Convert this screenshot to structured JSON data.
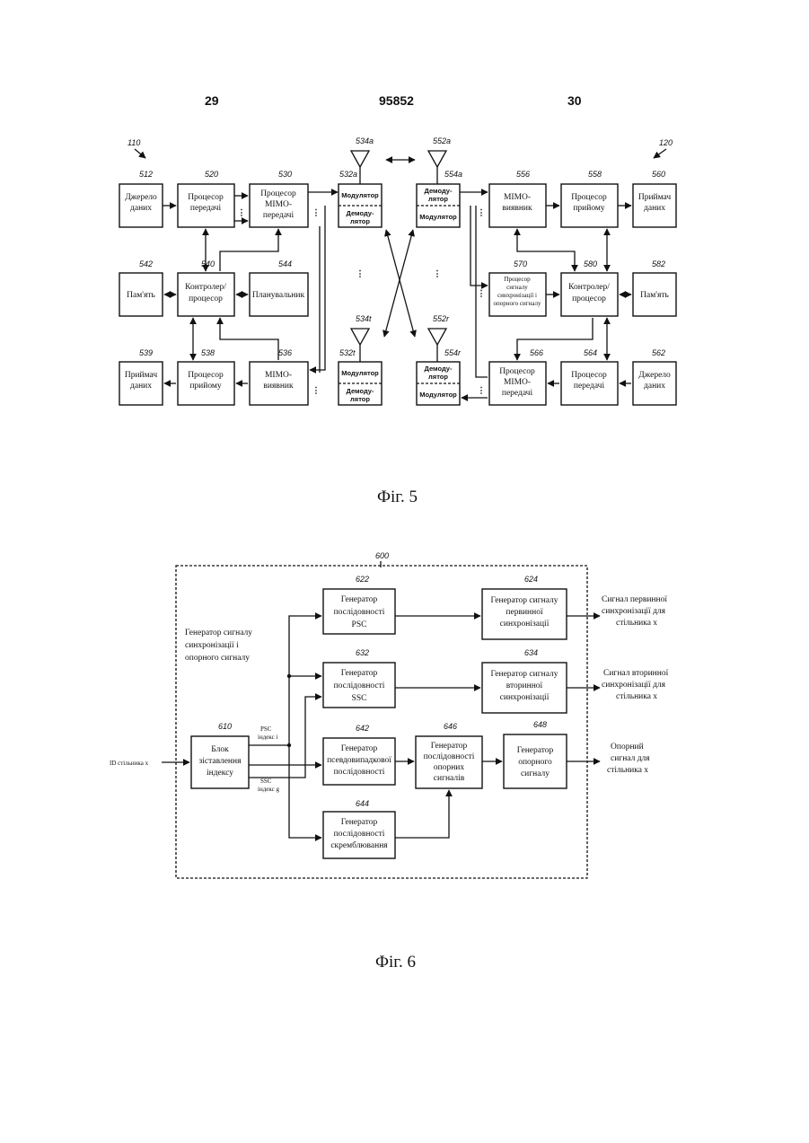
{
  "header": {
    "left": "29",
    "center": "95852",
    "right": "30"
  },
  "fig5": {
    "caption": "Фіг. 5",
    "refs": {
      "110": "110",
      "120": "120",
      "512": "512",
      "520": "520",
      "530": "530",
      "532a": "532a",
      "534a": "534a",
      "552a": "552a",
      "554a": "554a",
      "556": "556",
      "558": "558",
      "560": "560",
      "542": "542",
      "540": "540",
      "544": "544",
      "570": "570",
      "580": "580",
      "582": "582",
      "534t": "534t",
      "552r": "552r",
      "532t": "532t",
      "554r": "554r",
      "539": "539",
      "538": "538",
      "536": "536",
      "566": "566",
      "564": "564",
      "562": "562"
    },
    "blocks": {
      "src_l_1": "Джерело",
      "src_l_2": "даних",
      "txp_l_1": "Процесор",
      "txp_l_2": "передачі",
      "mimo_tx_l_1": "Процесор",
      "mimo_tx_l_2": "МІМО-",
      "mimo_tx_l_3": "передачі",
      "mod_a": "Модулятор",
      "demod_a_1": "Демоду-",
      "demod_a_2": "лятор",
      "ant_demod_a_1": "Демоду-",
      "ant_demod_a_2": "лятор",
      "ant_mod_a": "Модулятор",
      "mimo_det_r_1": "МІМО-",
      "mimo_det_r_2": "виявник",
      "rxp_r_1": "Процесор",
      "rxp_r_2": "прийому",
      "sink_r_1": "Приймач",
      "sink_r_2": "даних",
      "mem_l": "Пам'ять",
      "ctrl_l_1": "Контролер/",
      "ctrl_l_2": "процесор",
      "sched": "Планувальник",
      "sync_r_1": "Процесор",
      "sync_r_2": "сигналу",
      "sync_r_3": "синхронізації і",
      "sync_r_4": "опорного сигналу",
      "ctrl_r_1": "Контролер/",
      "ctrl_r_2": "процесор",
      "mem_r": "Пам'ять",
      "mod_t": "Модулятор",
      "demod_t_1": "Демоду-",
      "demod_t_2": "лятор",
      "ant_demod_r_1": "Демоду-",
      "ant_demod_r_2": "лятор",
      "ant_mod_r": "Модулятор",
      "sink_l_1": "Приймач",
      "sink_l_2": "даних",
      "rxp_l_1": "Процесор",
      "rxp_l_2": "прийому",
      "mimo_det_l_1": "МІМО-",
      "mimo_det_l_2": "виявник",
      "mimo_tx_r_1": "Процесор",
      "mimo_tx_r_2": "МІМО-",
      "mimo_tx_r_3": "передачі",
      "txp_r_1": "Процесор",
      "txp_r_2": "передачі",
      "src_r_1": "Джерело",
      "src_r_2": "даних"
    }
  },
  "fig6": {
    "caption": "Фіг. 6",
    "refs": {
      "600": "600",
      "610": "610",
      "622": "622",
      "624": "624",
      "632": "632",
      "634": "634",
      "642": "642",
      "644": "644",
      "646": "646",
      "648": "648"
    },
    "group_label_1": "Генератор сигналу",
    "group_label_2": "синхронізації і",
    "group_label_3": "опорного сигналу",
    "input_label": "ID стільника x",
    "psc_idx_1": "PSC",
    "psc_idx_2": "індекс i",
    "ssc_idx_1": "SSC",
    "ssc_idx_2": "індекс g",
    "blocks": {
      "b610_1": "Блок",
      "b610_2": "зіставлення",
      "b610_3": "індексу",
      "b622_1": "Генератор",
      "b622_2": "послідовності",
      "b622_3": "PSC",
      "b624_1": "Генератор сигналу",
      "b624_2": "первинної",
      "b624_3": "синхронізації",
      "b632_1": "Генератор",
      "b632_2": "послідовності",
      "b632_3": "SSC",
      "b634_1": "Генератор сигналу",
      "b634_2": "вторинної",
      "b634_3": "синхронізації",
      "b642_1": "Генератор",
      "b642_2": "псевдовипадкової",
      "b642_3": "послідовності",
      "b644_1": "Генератор",
      "b644_2": "послідовності",
      "b644_3": "скремблювання",
      "b646_1": "Генератор",
      "b646_2": "послідовності",
      "b646_3": "опорних",
      "b646_4": "сигналів",
      "b648_1": "Генератор",
      "b648_2": "опорного",
      "b648_3": "сигналу"
    },
    "outputs": {
      "o1_1": "Сигнал первинної",
      "o1_2": "синхронізації для",
      "o1_3": "стільника x",
      "o2_1": "Сигнал вторинної",
      "o2_2": "синхронізації для",
      "o2_3": "стільника x",
      "o3_1": "Опорний",
      "o3_2": "сигнал для",
      "o3_3": "стільника x"
    }
  }
}
